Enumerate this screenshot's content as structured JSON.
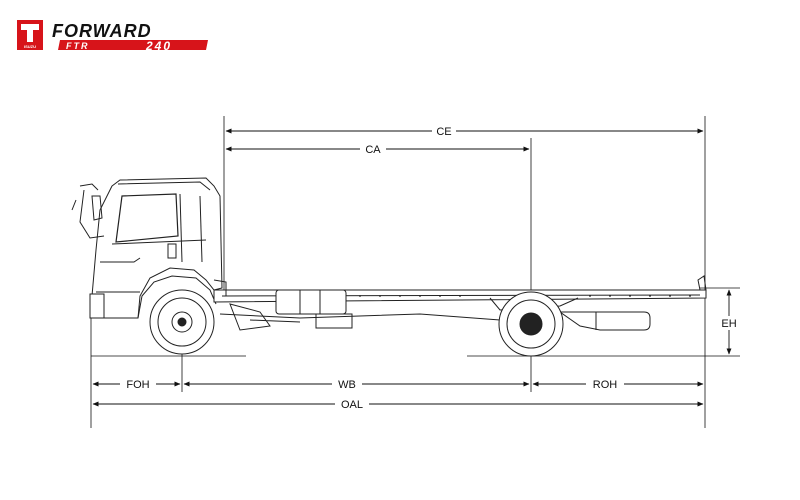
{
  "brand": {
    "maker": "ISUZU",
    "model": "FORWARD",
    "variant": "FTR",
    "number": "240",
    "accent_color": "#d7141a"
  },
  "dimensions": {
    "ce": "CE",
    "ca": "CA",
    "eh": "EH",
    "foh": "FOH",
    "wb": "WB",
    "roh": "ROH",
    "oal": "OAL"
  }
}
